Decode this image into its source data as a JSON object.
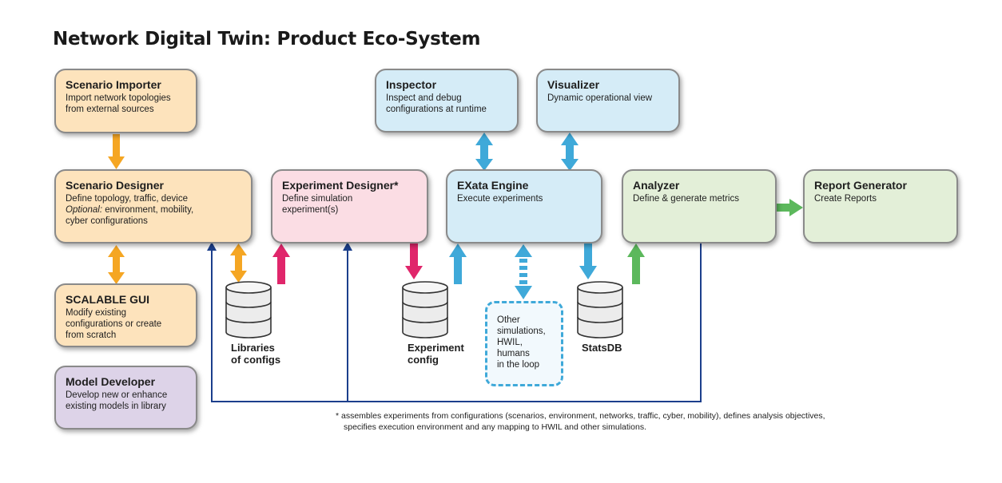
{
  "title": "Network Digital Twin: Product Eco-System",
  "boxes": {
    "scenario_importer": {
      "name": "Scenario Importer",
      "lines": [
        "Import network topologies",
        "from external sources"
      ]
    },
    "scenario_designer": {
      "name": "Scenario Designer",
      "line1": "Define topology, traffic, device",
      "optional": "Optional:",
      "line2_rest": " environment, mobility,",
      "line3": "cyber configurations"
    },
    "scalable_gui": {
      "name": "SCALABLE GUI",
      "lines": [
        "Modify existing",
        "configurations or create",
        "from scratch"
      ]
    },
    "model_developer": {
      "name": "Model Developer",
      "lines": [
        "Develop new or enhance",
        "existing models in library"
      ]
    },
    "experiment_designer": {
      "name": "Experiment Designer*",
      "lines": [
        "Define simulation",
        "experiment(s)"
      ]
    },
    "inspector": {
      "name": "Inspector",
      "lines": [
        "Inspect and debug",
        "configurations at runtime"
      ]
    },
    "visualizer": {
      "name": "Visualizer",
      "lines": [
        "Dynamic operational view"
      ]
    },
    "exata_engine": {
      "name": "EXata Engine",
      "lines": [
        "Execute experiments"
      ]
    },
    "analyzer": {
      "name": "Analyzer",
      "lines": [
        "Define & generate metrics"
      ]
    },
    "report_generator": {
      "name": "Report Generator",
      "lines": [
        "Create Reports"
      ]
    }
  },
  "databases": {
    "libraries": {
      "lines": [
        "Libraries",
        "of configs"
      ]
    },
    "experiment_config": {
      "lines": [
        "Experiment",
        "config"
      ]
    },
    "statsdb": {
      "lines": [
        "StatsDB"
      ]
    }
  },
  "other_simulations": {
    "lines": [
      "Other",
      "simulations,",
      "HWIL,",
      "humans",
      "in the loop"
    ]
  },
  "footnote": {
    "line1": "*  assembles experiments from configurations (scenarios, environment, networks, traffic, cyber, mobility), defines analysis objectives,",
    "line2": "specifies execution environment and any mapping to HWIL and other simulations."
  },
  "colors": {
    "orange_arrow": "#f5a623",
    "blue_arrow": "#3fa9d9",
    "pink_arrow": "#e0266b",
    "green_arrow": "#5cb85c",
    "navy_line": "#1c3f8c"
  }
}
